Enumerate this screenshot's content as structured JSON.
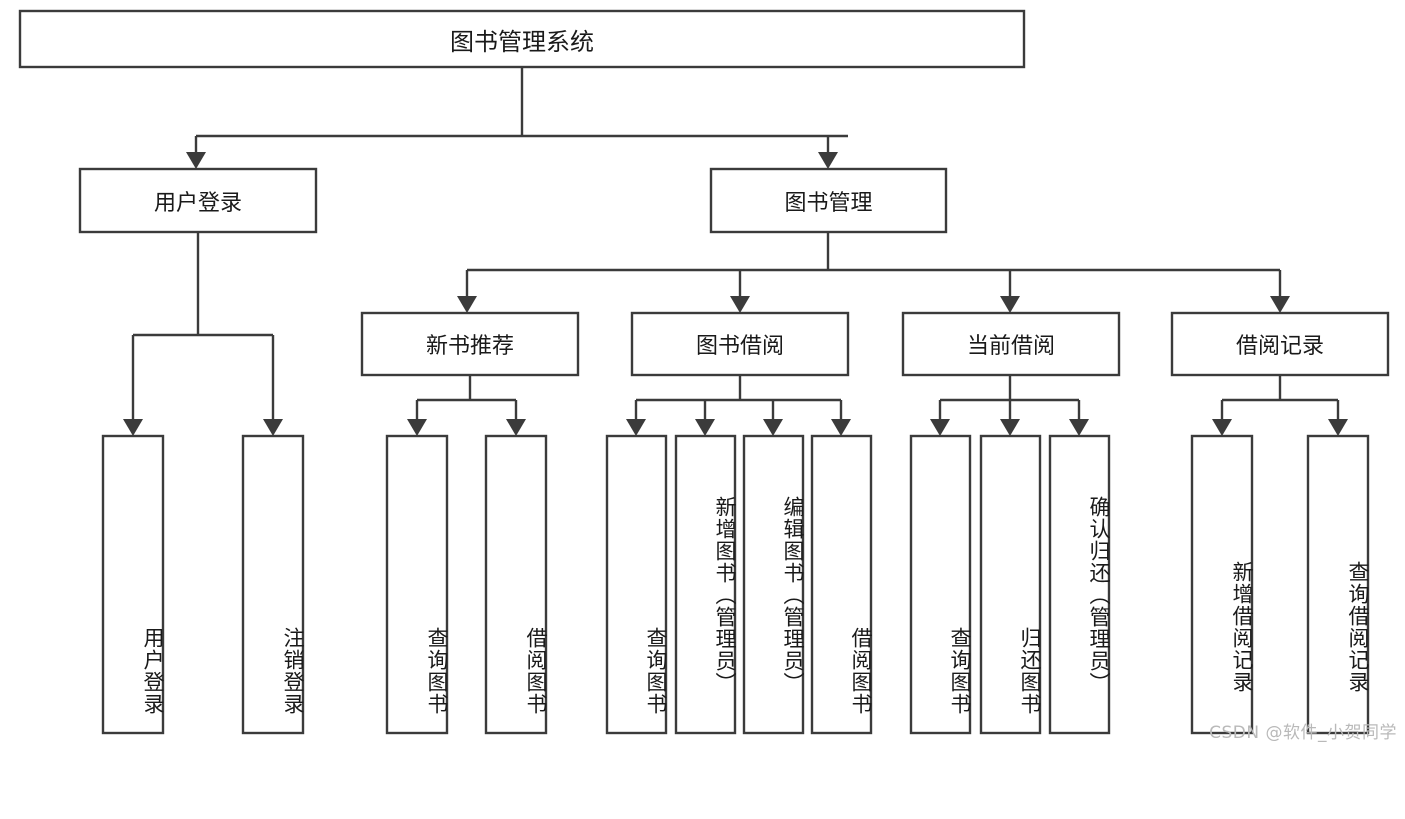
{
  "diagram": {
    "type": "hierarchy-tree",
    "title": "图书管理系统",
    "watermark": "CSDN @软件_小贺同学",
    "colors": {
      "stroke": "#3b3b3b",
      "fill": "#ffffff",
      "text": "#1a1a1a",
      "watermark": "#b9b9b9"
    },
    "levels": {
      "level1": {
        "label": "图书管理系统"
      },
      "level2": [
        {
          "label": "用户登录"
        },
        {
          "label": "图书管理"
        }
      ],
      "level3": [
        {
          "label": "新书推荐"
        },
        {
          "label": "图书借阅"
        },
        {
          "label": "当前借阅"
        },
        {
          "label": "借阅记录"
        }
      ],
      "leaves": [
        {
          "label": "用户登录"
        },
        {
          "label": "注销登录"
        },
        {
          "label": "查询图书"
        },
        {
          "label": "借阅图书"
        },
        {
          "label": "查询图书"
        },
        {
          "label": "新增图书（管理员）"
        },
        {
          "label": "编辑图书（管理员）"
        },
        {
          "label": "借阅图书"
        },
        {
          "label": "查询图书"
        },
        {
          "label": "归还图书"
        },
        {
          "label": "确认归还（管理员）"
        },
        {
          "label": "新增借阅记录"
        },
        {
          "label": "查询借阅记录"
        }
      ]
    },
    "edges": {
      "root_to_level2": [
        "用户登录",
        "图书管理"
      ],
      "图书管理_to_level3": [
        "新书推荐",
        "图书借阅",
        "当前借阅",
        "借阅记录"
      ],
      "用户登录_children": [
        "用户登录",
        "注销登录"
      ],
      "新书推荐_children": [
        "查询图书",
        "借阅图书"
      ],
      "图书借阅_children": [
        "查询图书",
        "新增图书（管理员）",
        "编辑图书（管理员）",
        "借阅图书"
      ],
      "当前借阅_children": [
        "查询图书",
        "归还图书",
        "确认归还（管理员）"
      ],
      "借阅记录_children": [
        "新增借阅记录",
        "查询借阅记录"
      ]
    }
  }
}
